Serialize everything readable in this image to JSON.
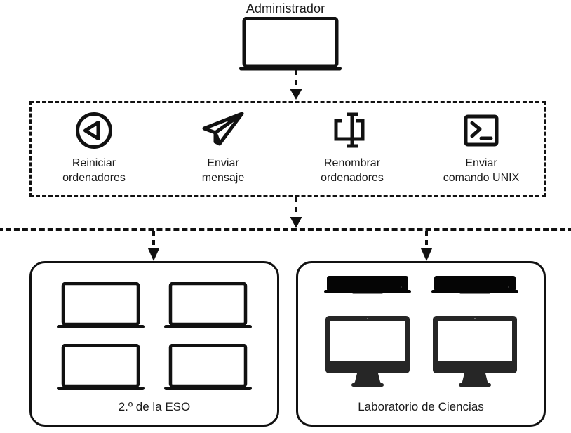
{
  "diagram": {
    "title": "Administrador",
    "admin": {
      "label": "Administrador",
      "device_icon": "laptop-open-icon"
    },
    "actions": {
      "panel_name": "actions-panel",
      "items": [
        {
          "id": "restart",
          "icon": "restart-circle-icon",
          "label": "Reiniciar\nordenadores"
        },
        {
          "id": "message",
          "icon": "paper-plane-icon",
          "label": "Enviar\nmensaje"
        },
        {
          "id": "rename",
          "icon": "rename-textfield-icon",
          "label": "Renombrar\nordenadores"
        },
        {
          "id": "unix",
          "icon": "terminal-icon",
          "label": "Enviar\ncomando UNIX"
        }
      ]
    },
    "rooms": [
      {
        "id": "room-left",
        "label": "2.º de la ESO",
        "devices": [
          {
            "type": "laptop-open-icon"
          },
          {
            "type": "laptop-open-icon"
          },
          {
            "type": "laptop-open-icon"
          },
          {
            "type": "laptop-open-icon"
          }
        ]
      },
      {
        "id": "room-right",
        "label": "Laboratorio de Ciencias",
        "devices": [
          {
            "type": "laptop-closed-icon"
          },
          {
            "type": "laptop-closed-icon"
          },
          {
            "type": "imac-desktop-icon"
          },
          {
            "type": "imac-desktop-icon"
          }
        ]
      }
    ],
    "connectors": [
      {
        "id": "admin-to-actions",
        "style": "dashed-arrow-down"
      },
      {
        "id": "actions-to-divider",
        "style": "dashed-arrow-down"
      },
      {
        "id": "divider-to-room-left",
        "style": "dashed-arrow-down"
      },
      {
        "id": "divider-to-room-right",
        "style": "dashed-arrow-down"
      }
    ],
    "colors": {
      "stroke": "#111111",
      "text": "#1a1a1a",
      "background": "#ffffff",
      "device_fill": "#262626"
    }
  }
}
